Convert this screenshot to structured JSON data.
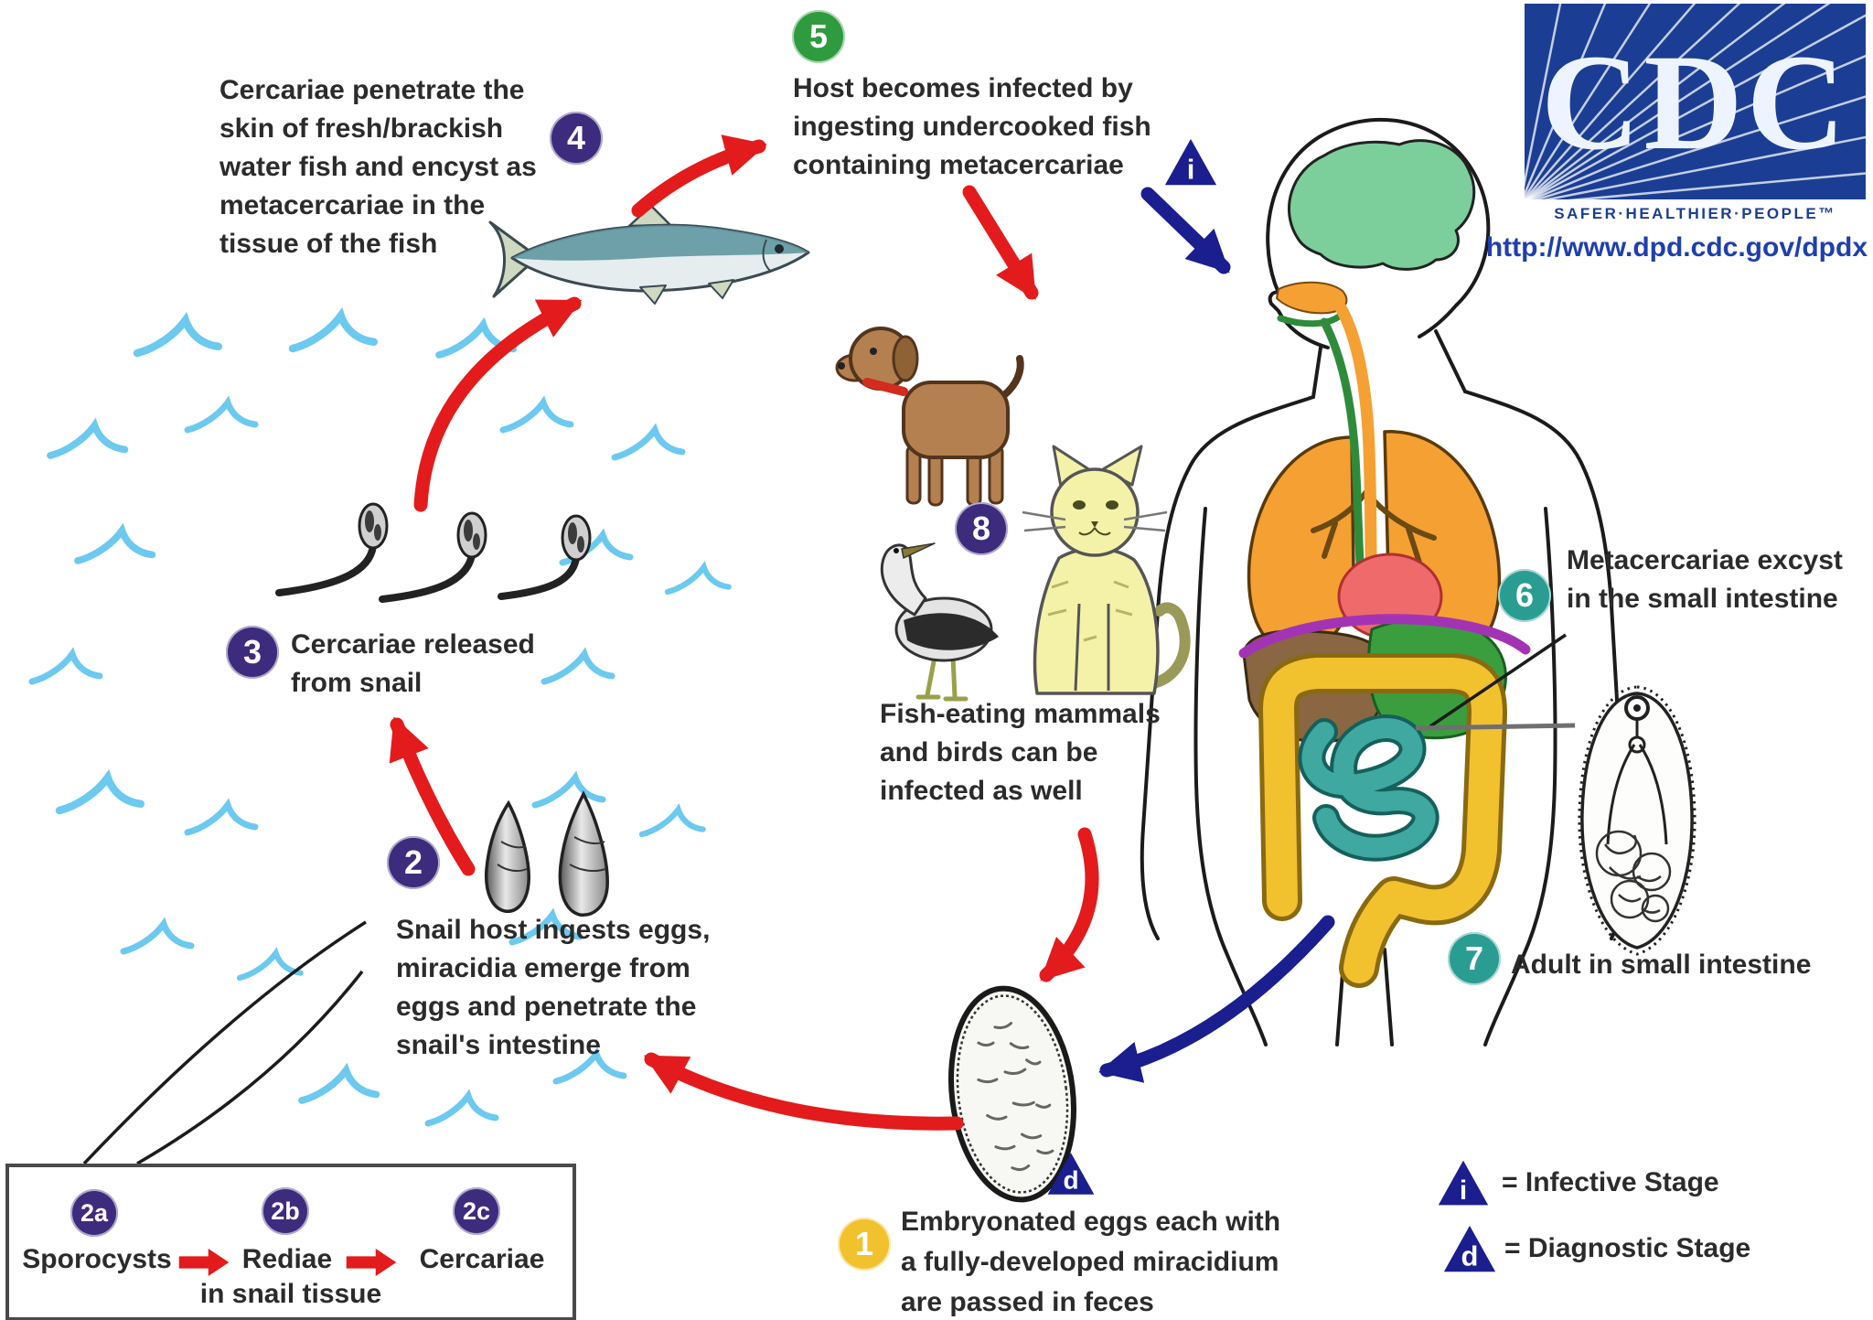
{
  "logo": {
    "acronym": "CDC",
    "tagline": "SAFER·HEALTHIER·PEOPLE™",
    "url": "http://www.dpd.cdc.gov/dpdx"
  },
  "steps": {
    "s1": {
      "badge": "1",
      "text": "Embryonated eggs each with\na fully-developed miracidium\nare passed in feces"
    },
    "s2": {
      "badge": "2",
      "text": "Snail host ingests eggs,\nmiracidia emerge from\neggs and penetrate the\nsnail's intestine"
    },
    "s3": {
      "badge": "3",
      "text": "Cercariae released\nfrom snail"
    },
    "s4": {
      "badge": "4",
      "text": "Cercariae penetrate the\nskin of fresh/brackish\nwater fish and encyst as\nmetacercariae in the\ntissue of the fish"
    },
    "s5": {
      "badge": "5",
      "text": "Host becomes infected by\ningesting undercooked fish\ncontaining metacercariae"
    },
    "s6": {
      "badge": "6",
      "text": "Metacercariae excyst\nin the small intestine"
    },
    "s7": {
      "badge": "7",
      "text": "Adult in small intestine"
    },
    "s8": {
      "badge": "8",
      "text": "Fish-eating mammals\nand birds can be\ninfected as well"
    }
  },
  "snail_box": {
    "stages": [
      {
        "badge": "2a",
        "label": "Sporocysts"
      },
      {
        "badge": "2b",
        "label": "Rediae"
      },
      {
        "badge": "2c",
        "label": "Cercariae"
      }
    ],
    "caption": "in snail tissue"
  },
  "markers": {
    "infective": "i",
    "diagnostic": "d"
  },
  "legend": [
    {
      "symbol": "i",
      "label": "= Infective Stage"
    },
    {
      "symbol": "d",
      "label": "= Diagnostic Stage"
    }
  ],
  "colors": {
    "badge_purple": "#3d2b7d",
    "badge_green": "#2e9b3f",
    "badge_teal": "#2a9d93",
    "badge_yellow": "#f2c12e",
    "arrow_red": "#e31b1c",
    "arrow_blue": "#1b1e8f",
    "wave_blue": "#6cc9ef",
    "cdc_blue": "#1b3e94"
  }
}
